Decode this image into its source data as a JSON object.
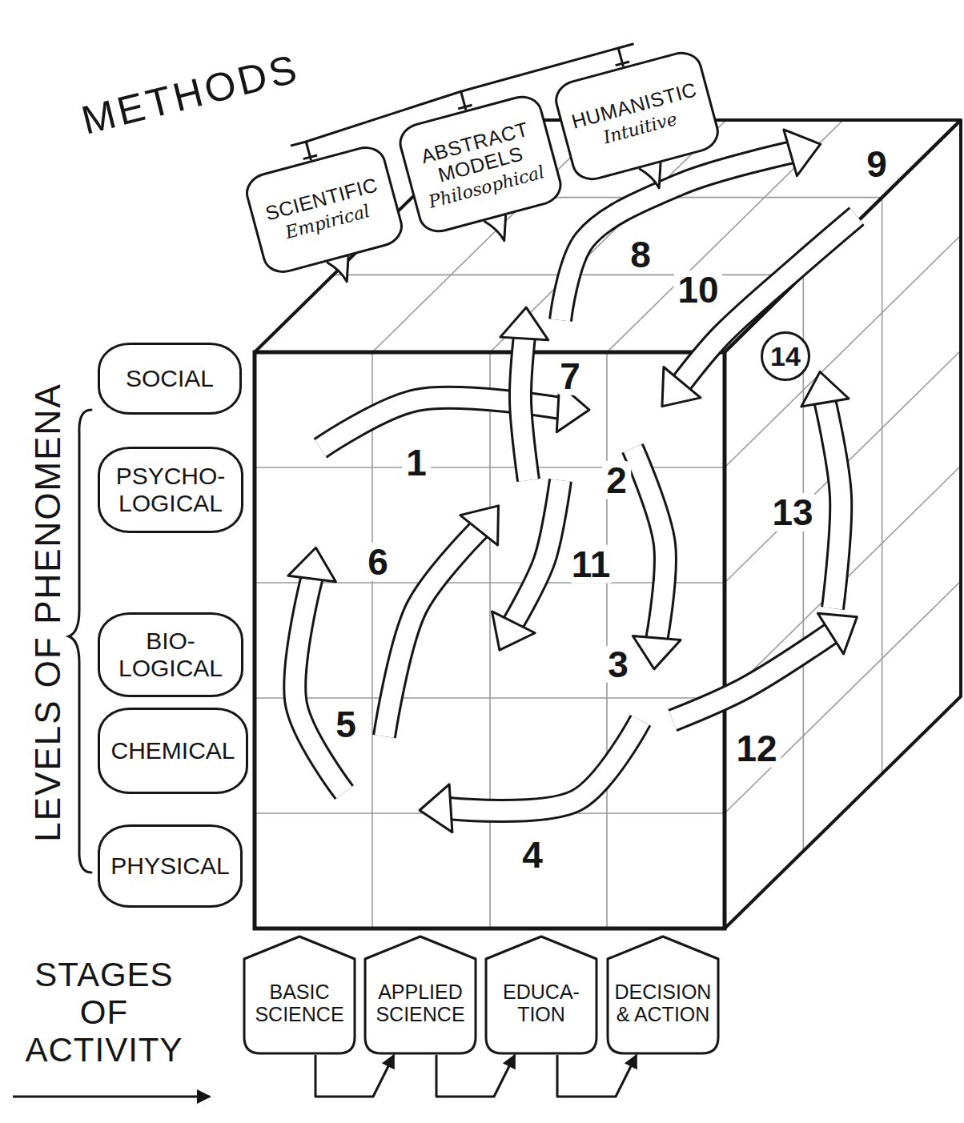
{
  "diagram": {
    "nodes": [
      {
        "text": [
          "SCIENTIFIC",
          "Empirical"
        ]
      },
      {
        "text": [
          "ABSTRACT MODELS",
          "Philosophical"
        ]
      },
      {
        "text": [
          "HUMANISTIC",
          "Intuitive"
        ]
      },
      {
        "text": [
          "SOCIAL"
        ]
      },
      {
        "text": [
          "PSYCHO- LOGICAL"
        ]
      },
      {
        "text": [
          "BIO- LOGICAL"
        ]
      },
      {
        "text": [
          "CHEMICAL"
        ]
      },
      {
        "text": [
          "PHYSICAL"
        ]
      },
      {
        "text": [
          "BASIC SCIENCE"
        ]
      },
      {
        "text": [
          "APPLIED SCIENCE"
        ]
      },
      {
        "text": [
          "EDUCA- TION"
        ]
      },
      {
        "text": [
          "DECISION & ACTION"
        ]
      },
      {
        "text": [
          "14"
        ]
      }
    ],
    "edges": [
      {
        "from": 8,
        "to": 9,
        "arrow": "to"
      },
      {
        "from": 9,
        "to": 10,
        "arrow": "to"
      },
      {
        "from": 10,
        "to": 11,
        "arrow": "to"
      }
    ],
    "labels": [
      "METHODS",
      "LEVELS OF PHENOMENA",
      "STAGES OF ACTIVITY",
      "1",
      "2",
      "3",
      "4",
      "5",
      "6",
      "7",
      "8",
      "9",
      "10",
      "11",
      "12",
      "13"
    ]
  }
}
